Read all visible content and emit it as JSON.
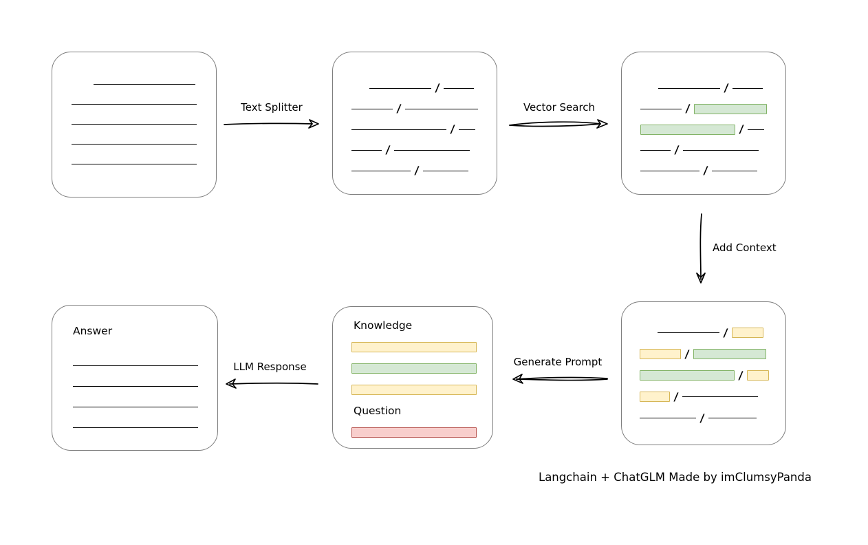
{
  "page": {
    "caption": "Langchain + ChatGLM Made by imClumsyPanda",
    "background": "#ffffff"
  },
  "colors": {
    "line": "#000000",
    "box_border": "#7d7d7d",
    "green_fill": "#d5e8d4",
    "green_border": "#82b366",
    "yellow_fill": "#fff2cc",
    "yellow_border": "#d6b656",
    "red_fill": "#f8cecc",
    "red_border": "#b85450"
  },
  "arrows": [
    {
      "id": "text-splitter",
      "label": "Text Splitter",
      "direction": "right"
    },
    {
      "id": "vector-search",
      "label": "Vector Search",
      "direction": "right"
    },
    {
      "id": "add-context",
      "label": "Add Context",
      "direction": "down"
    },
    {
      "id": "generate-prompt",
      "label": "Generate Prompt",
      "direction": "left"
    },
    {
      "id": "llm-response",
      "label": "LLM Response",
      "direction": "left"
    }
  ],
  "boxes": [
    {
      "id": "source-document",
      "rows": [
        {
          "segments": [
            {
              "t": "gap",
              "w": 32
            },
            {
              "t": "line",
              "w": 148
            }
          ]
        },
        {
          "segments": [
            {
              "t": "line",
              "w": 182
            }
          ]
        },
        {
          "segments": [
            {
              "t": "line",
              "w": 182
            }
          ]
        },
        {
          "segments": [
            {
              "t": "line",
              "w": 182
            }
          ]
        },
        {
          "segments": [
            {
              "t": "line",
              "w": 182
            }
          ]
        }
      ]
    },
    {
      "id": "split-text",
      "rows": [
        {
          "segments": [
            {
              "t": "gap",
              "w": 26
            },
            {
              "t": "line",
              "w": 90
            },
            {
              "t": "slash"
            },
            {
              "t": "line",
              "w": 44
            }
          ]
        },
        {
          "segments": [
            {
              "t": "line",
              "w": 60
            },
            {
              "t": "slash"
            },
            {
              "t": "line",
              "w": 106
            }
          ]
        },
        {
          "segments": [
            {
              "t": "line",
              "w": 138
            },
            {
              "t": "slash"
            },
            {
              "t": "line",
              "w": 24
            }
          ]
        },
        {
          "segments": [
            {
              "t": "line",
              "w": 44
            },
            {
              "t": "slash"
            },
            {
              "t": "line",
              "w": 110
            }
          ]
        },
        {
          "segments": [
            {
              "t": "line",
              "w": 86
            },
            {
              "t": "slash"
            },
            {
              "t": "line",
              "w": 66
            }
          ]
        }
      ]
    },
    {
      "id": "vector-matches",
      "rows": [
        {
          "segments": [
            {
              "t": "gap",
              "w": 26
            },
            {
              "t": "line",
              "w": 90
            },
            {
              "t": "slash"
            },
            {
              "t": "line",
              "w": 44
            }
          ]
        },
        {
          "segments": [
            {
              "t": "line",
              "w": 60
            },
            {
              "t": "slash"
            },
            {
              "t": "bar",
              "color": "green",
              "w": 106
            }
          ]
        },
        {
          "segments": [
            {
              "t": "bar",
              "color": "green",
              "w": 138
            },
            {
              "t": "slash"
            },
            {
              "t": "line",
              "w": 24
            }
          ]
        },
        {
          "segments": [
            {
              "t": "line",
              "w": 44
            },
            {
              "t": "slash"
            },
            {
              "t": "line",
              "w": 110
            }
          ]
        },
        {
          "segments": [
            {
              "t": "line",
              "w": 86
            },
            {
              "t": "slash"
            },
            {
              "t": "line",
              "w": 66
            }
          ]
        }
      ]
    },
    {
      "id": "context-selection",
      "rows": [
        {
          "segments": [
            {
              "t": "gap",
              "w": 26
            },
            {
              "t": "line",
              "w": 90
            },
            {
              "t": "slash"
            },
            {
              "t": "bar",
              "color": "yellow",
              "w": 46
            }
          ]
        },
        {
          "segments": [
            {
              "t": "bar",
              "color": "yellow",
              "w": 60
            },
            {
              "t": "slash"
            },
            {
              "t": "bar",
              "color": "green",
              "w": 106
            }
          ]
        },
        {
          "segments": [
            {
              "t": "bar",
              "color": "green",
              "w": 138
            },
            {
              "t": "slash"
            },
            {
              "t": "bar",
              "color": "yellow",
              "w": 32
            }
          ]
        },
        {
          "segments": [
            {
              "t": "bar",
              "color": "yellow",
              "w": 44
            },
            {
              "t": "slash"
            },
            {
              "t": "line",
              "w": 110
            }
          ]
        },
        {
          "segments": [
            {
              "t": "line",
              "w": 82
            },
            {
              "t": "slash"
            },
            {
              "t": "line",
              "w": 70
            }
          ]
        }
      ]
    },
    {
      "id": "prompt",
      "rows": [
        {
          "kind": "label",
          "text": "Knowledge"
        },
        {
          "segments": [
            {
              "t": "bar",
              "color": "yellow",
              "w": 182
            }
          ]
        },
        {
          "segments": [
            {
              "t": "bar",
              "color": "green",
              "w": 182
            }
          ]
        },
        {
          "segments": [
            {
              "t": "bar",
              "color": "yellow",
              "w": 182
            }
          ]
        },
        {
          "kind": "label",
          "text": "Question"
        },
        {
          "segments": [
            {
              "t": "bar",
              "color": "red",
              "w": 182
            }
          ]
        }
      ]
    },
    {
      "id": "answer",
      "rows": [
        {
          "kind": "label",
          "text": "Answer"
        },
        {
          "segments": [
            {
              "t": "line",
              "w": 182
            }
          ]
        },
        {
          "segments": [
            {
              "t": "line",
              "w": 182
            }
          ]
        },
        {
          "segments": [
            {
              "t": "line",
              "w": 182
            }
          ]
        },
        {
          "segments": [
            {
              "t": "line",
              "w": 182
            }
          ]
        }
      ]
    }
  ]
}
